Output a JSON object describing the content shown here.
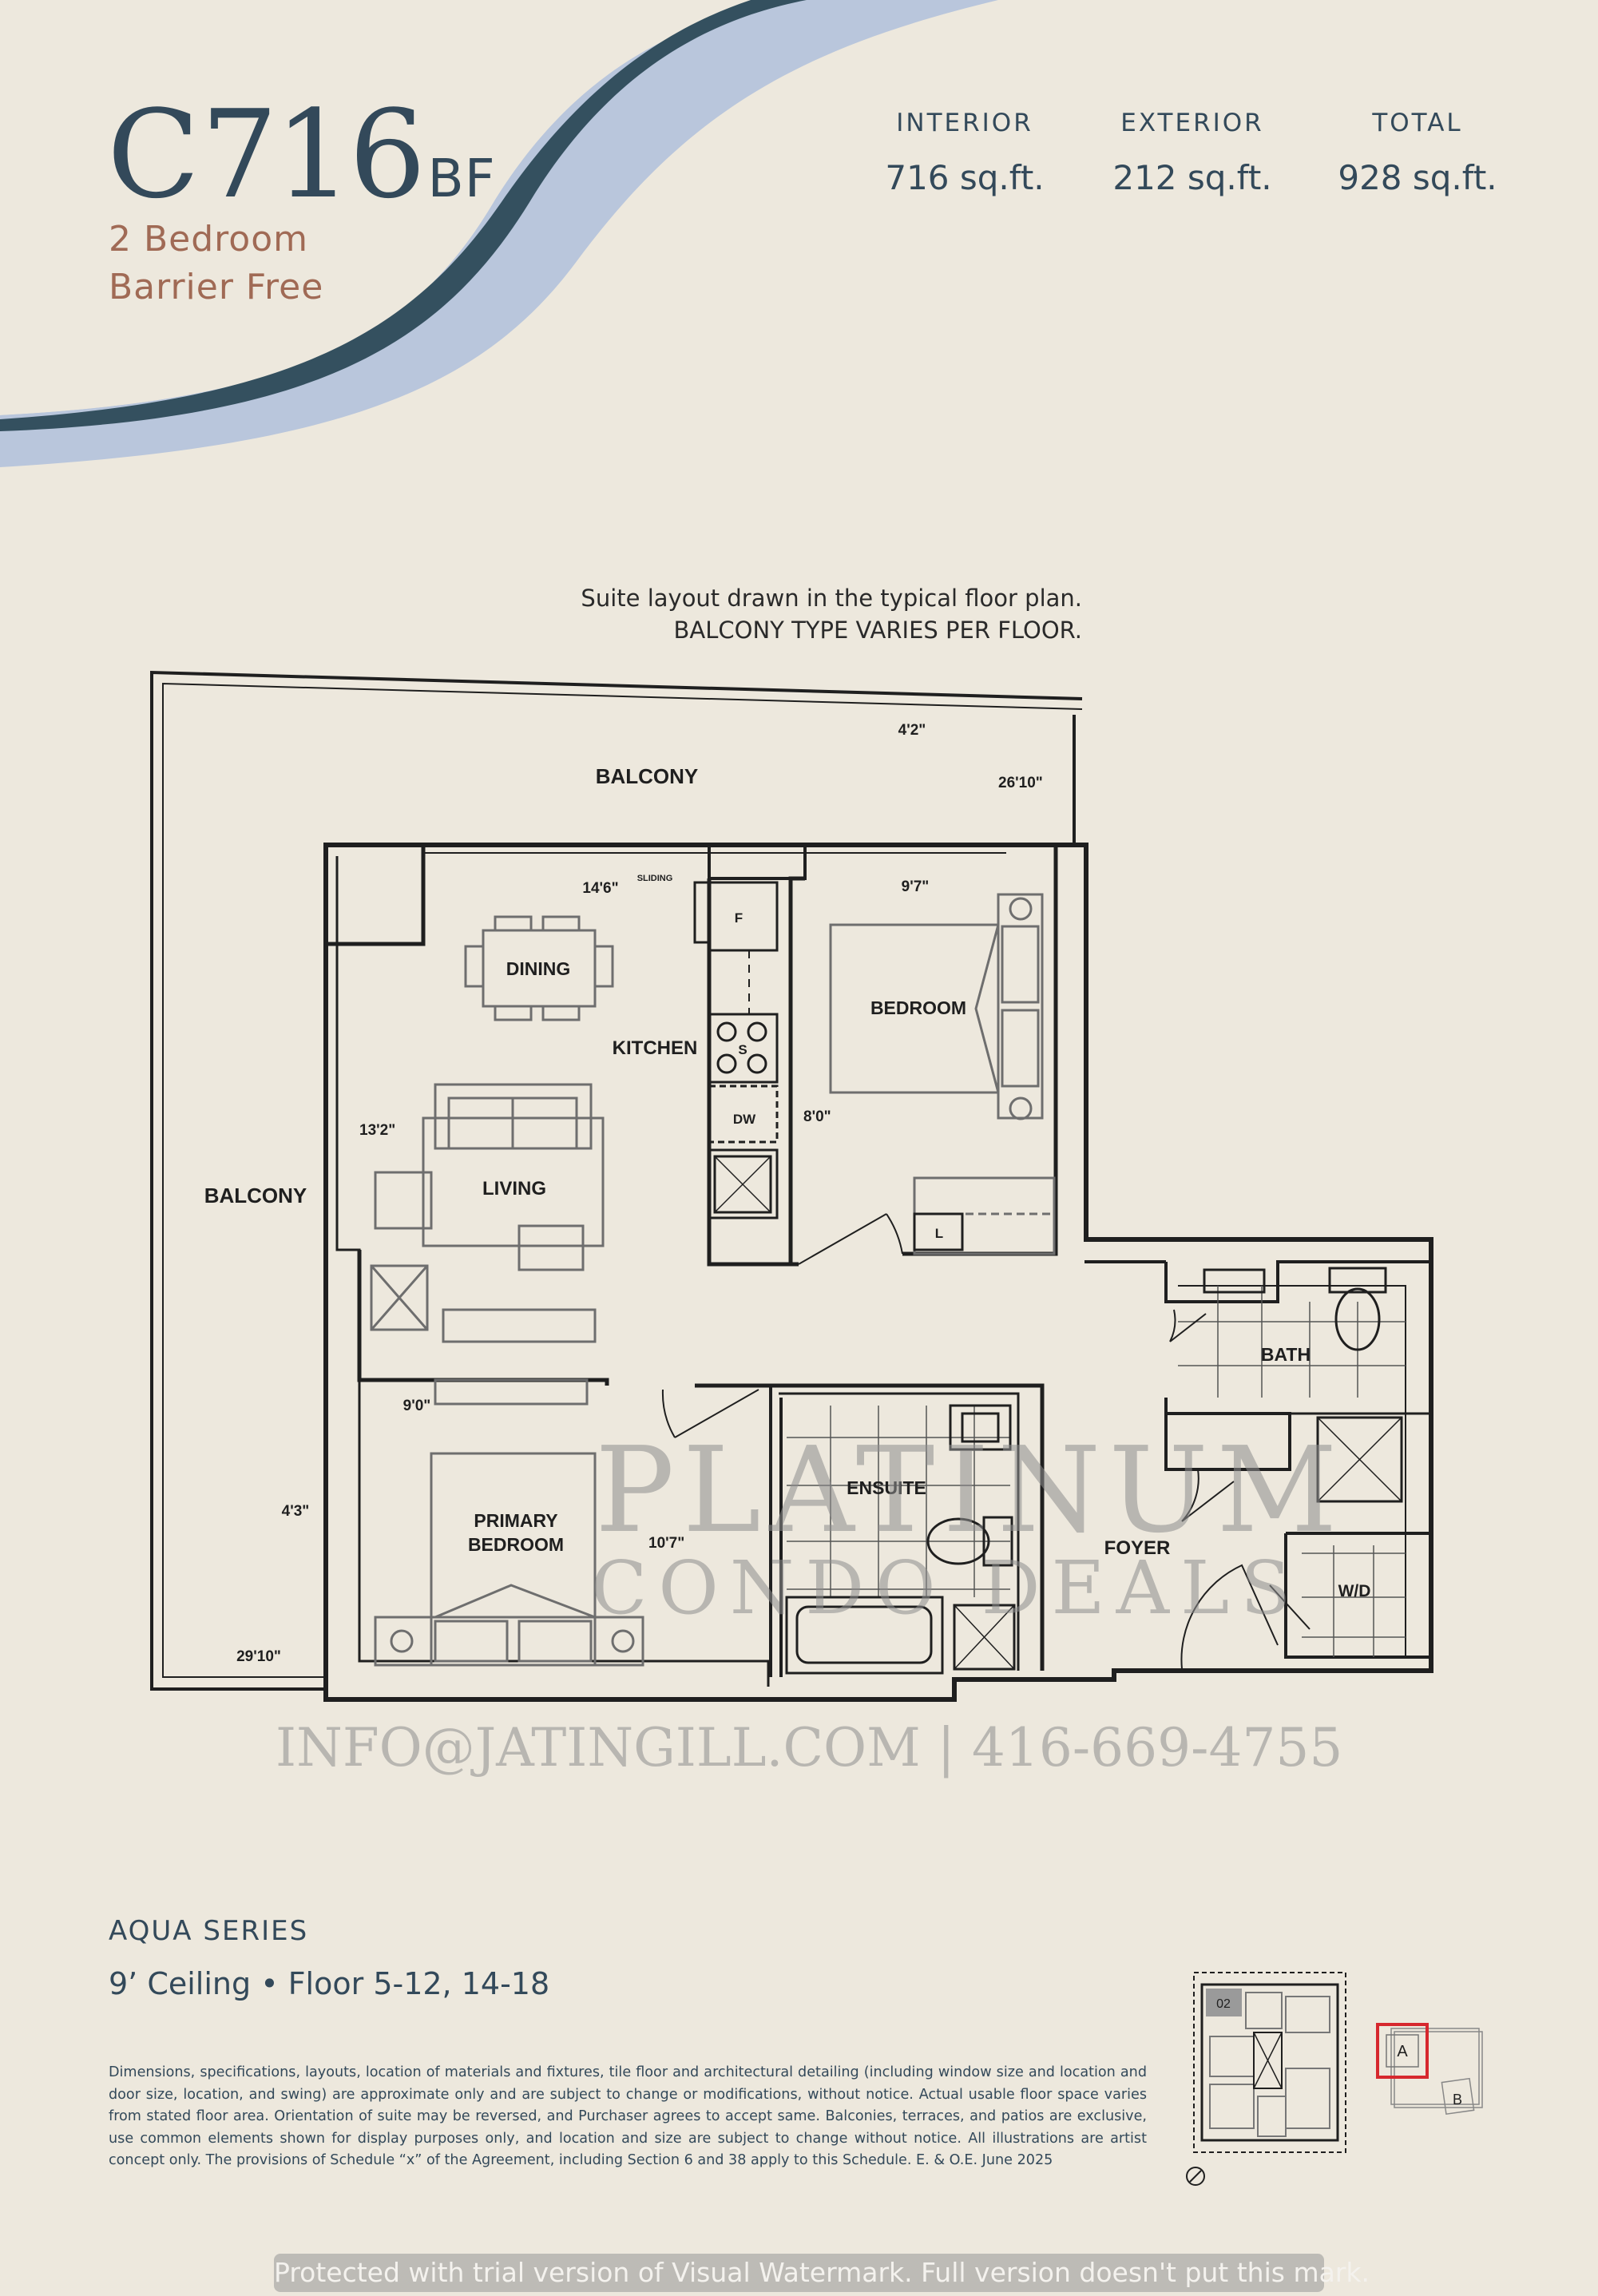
{
  "suite": {
    "code_letter": "C",
    "code_number": "716",
    "code_suffix": "BF",
    "type_line1": "2 Bedroom",
    "type_line2": "Barrier Free"
  },
  "areas": [
    {
      "label": "INTERIOR",
      "value": "716 sq.ft."
    },
    {
      "label": "EXTERIOR",
      "value": "212 sq.ft."
    },
    {
      "label": "TOTAL",
      "value": "928 sq.ft."
    }
  ],
  "plan_notes": {
    "line1": "Suite layout drawn in the typical floor plan.",
    "line2": "BALCONY TYPE VARIES PER FLOOR."
  },
  "rooms": {
    "balcony_top": "BALCONY",
    "balcony_left": "BALCONY",
    "dining": "DINING",
    "kitchen": "KITCHEN",
    "living": "LIVING",
    "bedroom": "BEDROOM",
    "primary_bedroom_1": "PRIMARY",
    "primary_bedroom_2": "BEDROOM",
    "ensuite": "ENSUITE",
    "bath": "BATH",
    "foyer": "FOYER",
    "wd": "W/D"
  },
  "appliances": {
    "fridge": "F",
    "stove": "S",
    "dishwasher": "DW",
    "linen": "L",
    "sliding": "SLIDING"
  },
  "dimensions": {
    "balcony_depth": "4'2\"",
    "balcony_length": "26'10\"",
    "dining_width": "14'6\"",
    "bedroom_width": "9'7\"",
    "living_width": "13'2\"",
    "bedroom_depth": "8'0\"",
    "primary_width": "9'0\"",
    "side_balcony": "4'3\"",
    "primary_depth": "10'7\"",
    "side_balcony_length": "29'10\""
  },
  "watermark": {
    "line1": "PLATINUM",
    "line2": "CONDO DEALS",
    "contact": "INFO@JATINGILL.COM | 416-669-4755"
  },
  "series": {
    "name": "AQUA SERIES",
    "detail": "9’ Ceiling • Floor 5-12, 14-18"
  },
  "key_plan": {
    "unit_number": "02",
    "tower_a": "A",
    "tower_b": "B"
  },
  "disclaimer": "Dimensions, specifications, layouts, location of materials and fixtures, tile floor and architectural detailing (including window size and location and door size, location, and swing) are approximate only and are subject to change or modifications, without notice. Actual usable floor space varies from stated floor area. Orientation of suite may be reversed, and Purchaser agrees to accept same. Balconies, terraces, and patios are exclusive, use common elements shown for display purposes only, and location and size are subject to change without notice. All illustrations are artist concept only. The provisions of Schedule “x” of the Agreement, including Section 6 and 38 apply to this Schedule. E. & O.E. June 2025",
  "trial_notice": "Protected with trial version of Visual Watermark. Full version doesn't put this mark.",
  "colors": {
    "background": "#ede8dd",
    "navy": "#33495a",
    "light_blue": "#b9c6dc",
    "terracotta": "#a06a55"
  }
}
